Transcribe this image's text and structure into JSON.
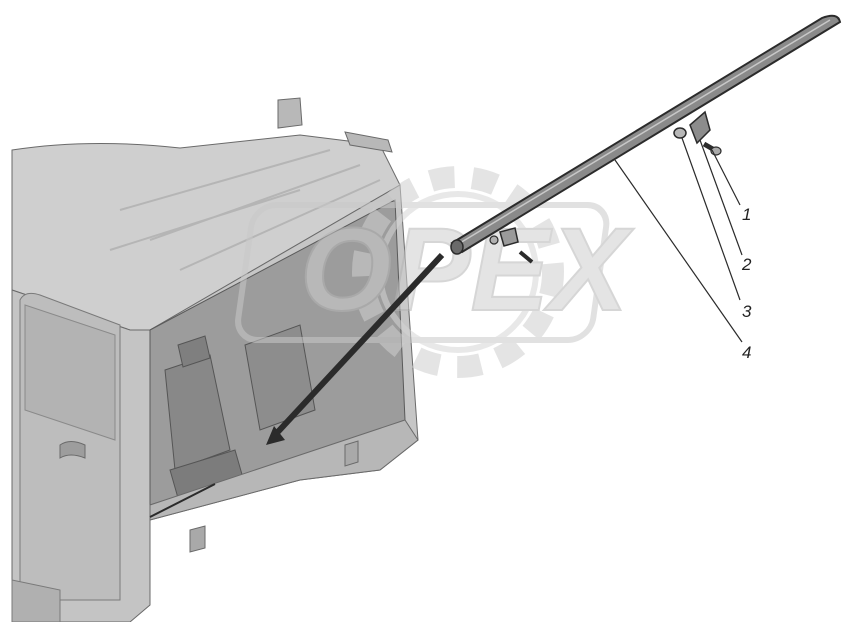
{
  "diagram": {
    "callouts": [
      {
        "id": "1",
        "label": "1"
      },
      {
        "id": "2",
        "label": "2"
      },
      {
        "id": "3",
        "label": "3"
      },
      {
        "id": "4",
        "label": "4"
      }
    ],
    "watermark": {
      "text": "OPEX"
    },
    "colors": {
      "line_art": "#2b2b2b",
      "cab_fill": "#c9c9c9",
      "cab_shade": "#a8a8a8",
      "pipe_fill": "#8a8a8a",
      "watermark": "#d9d9d9",
      "background": "#ffffff"
    }
  }
}
